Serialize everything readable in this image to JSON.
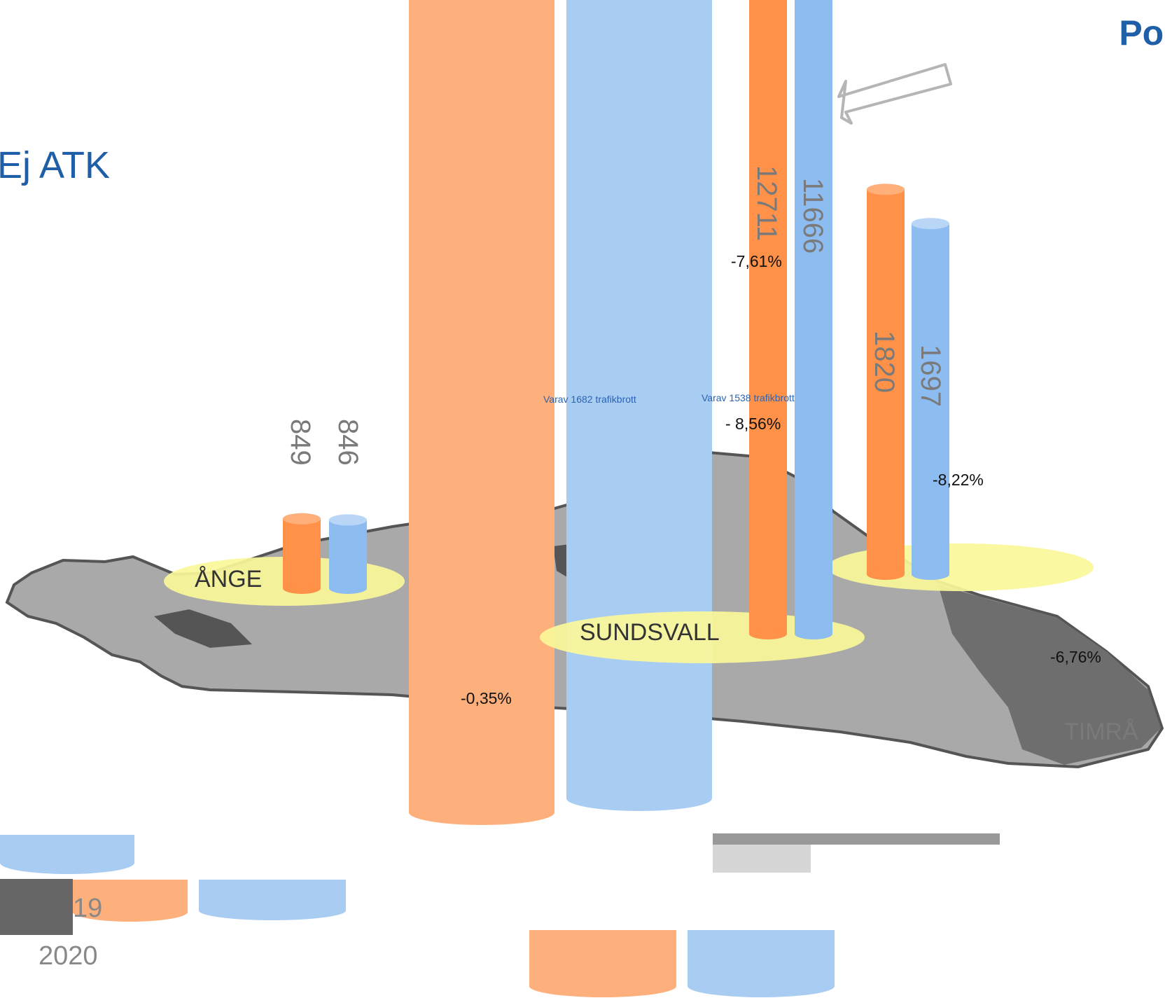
{
  "header": {
    "title": "Ej ATK",
    "logo_text": "Poli"
  },
  "legend": {
    "year_a": "19",
    "year_b": "2020"
  },
  "colors": {
    "year_a": "#ff9148",
    "year_b": "#8cbcf0",
    "highlight": "#fbf79a",
    "map": "#a9a9a9"
  },
  "chart_data": {
    "type": "bar",
    "categories": [
      "ÅNGE",
      "SUNDSVALL",
      "TIMRÅ"
    ],
    "series_colors": [
      "#ff9148",
      "#8cbcf0"
    ],
    "values_a": [
      849,
      12711,
      1820
    ],
    "values_b": [
      846,
      11666,
      1697
    ],
    "value_labels_a": [
      "849",
      "12711",
      "1820"
    ],
    "value_labels_b": [
      "846",
      "11666",
      "1697"
    ],
    "change_labels": [
      "-0,35%",
      "-7,61%",
      "-6,76%"
    ],
    "subnotes": [
      "Varav 1682 trafikbrott",
      "Varav 1538 trafikbrott"
    ],
    "subnote_change": "- 8,56%",
    "extra_change": "-8,22%",
    "legend": [
      "19",
      "2020"
    ]
  }
}
